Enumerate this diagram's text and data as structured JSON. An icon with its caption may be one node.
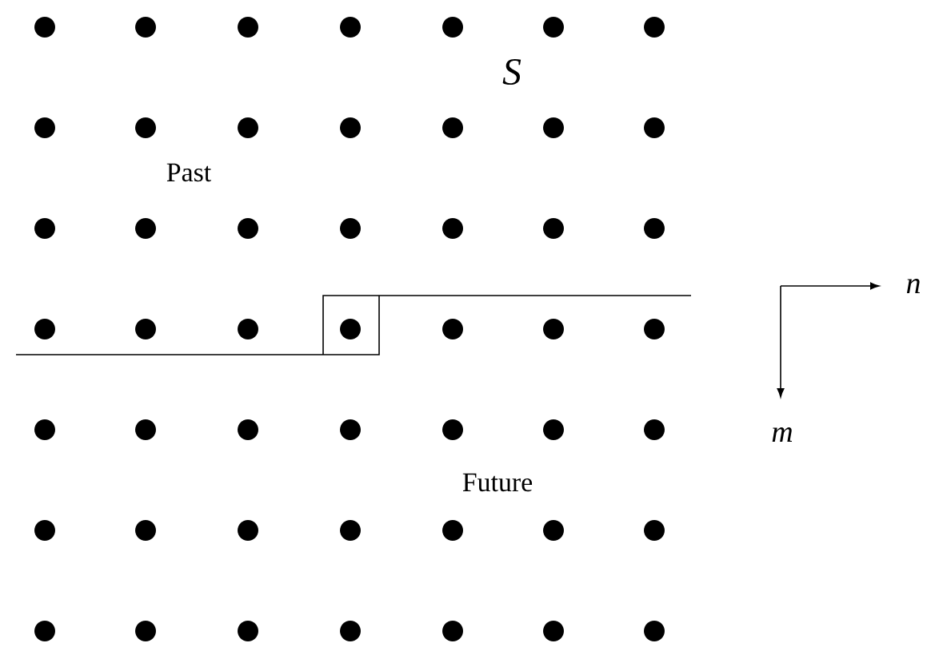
{
  "diagram": {
    "labels": [
      "S",
      "Past",
      "Future",
      "n",
      "m"
    ]
  }
}
